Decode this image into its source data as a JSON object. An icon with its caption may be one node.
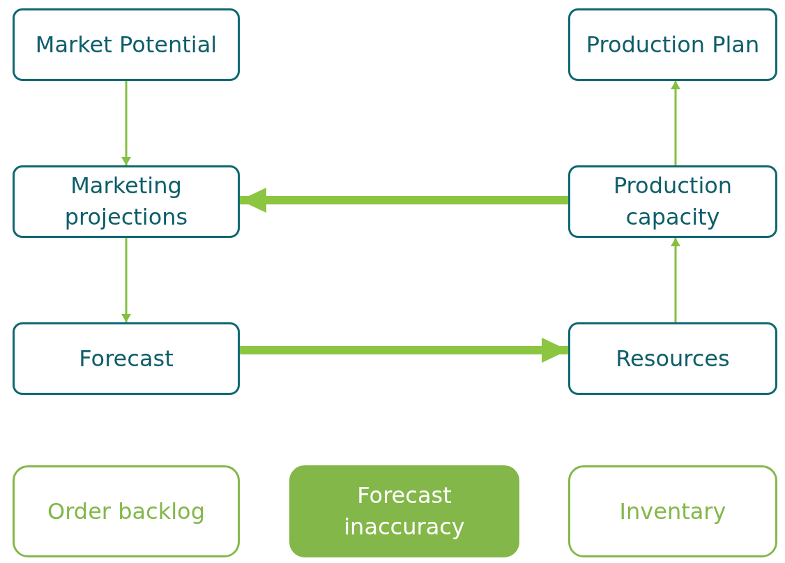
{
  "diagram": {
    "nodes": [
      {
        "text": [
          "Market Potential"
        ]
      },
      {
        "text": [
          "Marketing projections"
        ]
      },
      {
        "text": [
          "Forecast"
        ]
      },
      {
        "text": [
          "Production Plan"
        ]
      },
      {
        "text": [
          "Production capacity"
        ]
      },
      {
        "text": [
          "Resources"
        ]
      },
      {
        "text": [
          "Order backlog"
        ]
      },
      {
        "text": [
          "Forecast inaccuracy"
        ]
      },
      {
        "text": [
          "Inventary"
        ]
      }
    ],
    "edges": [
      {
        "from": 0,
        "to": 1,
        "arrow": "to"
      },
      {
        "from": 1,
        "to": 2,
        "arrow": "to"
      },
      {
        "from": 2,
        "to": 5,
        "arrow": "to",
        "style": "thick"
      },
      {
        "from": 4,
        "to": 1,
        "arrow": "to",
        "style": "thick"
      },
      {
        "from": 5,
        "to": 4,
        "arrow": "to"
      },
      {
        "from": 4,
        "to": 3,
        "arrow": "to"
      }
    ]
  }
}
